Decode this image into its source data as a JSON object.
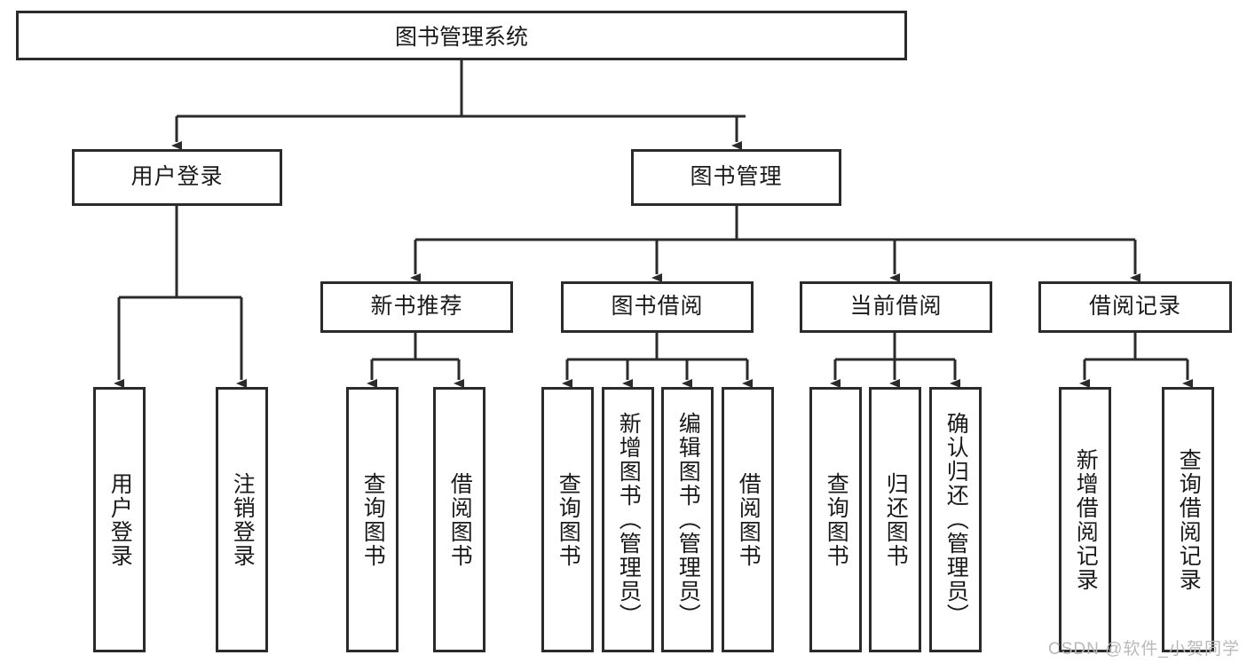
{
  "diagram": {
    "title": "图书管理系统",
    "type": "tree-hierarchy-chart",
    "watermark": "CSDN @软件_小贺同学",
    "colors": {
      "stroke": "#2b2b2b",
      "fill": "#ffffff",
      "text": "#1a1a1a",
      "watermark": "#b9b9b9"
    },
    "nodes": {
      "root": {
        "label": "图书管理系统"
      },
      "level2": [
        {
          "label": "用户登录"
        },
        {
          "label": "图书管理"
        }
      ],
      "level3": [
        {
          "label": "新书推荐"
        },
        {
          "label": "图书借阅"
        },
        {
          "label": "当前借阅"
        },
        {
          "label": "借阅记录"
        }
      ],
      "leaves": {
        "user_login": [
          {
            "label": "用户登录"
          },
          {
            "label": "注销登录"
          }
        ],
        "new_book": [
          {
            "label": "查询图书"
          },
          {
            "label": "借阅图书"
          }
        ],
        "book_borrow": [
          {
            "label": "查询图书"
          },
          {
            "label": "新增图书（管理员）"
          },
          {
            "label": "编辑图书（管理员）"
          },
          {
            "label": "借阅图书"
          }
        ],
        "current_borrow": [
          {
            "label": "查询图书"
          },
          {
            "label": "归还图书"
          },
          {
            "label": "确认归还（管理员）"
          }
        ],
        "borrow_record": [
          {
            "label": "新增借阅记录"
          },
          {
            "label": "查询借阅记录"
          }
        ]
      }
    }
  }
}
